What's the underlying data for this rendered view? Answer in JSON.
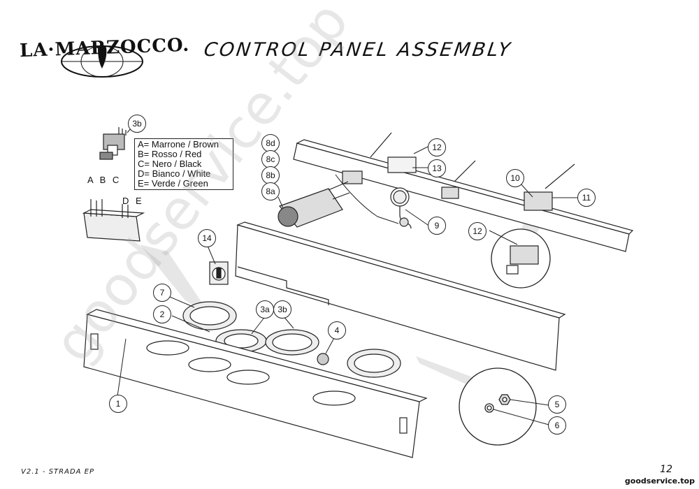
{
  "header": {
    "brand": "LA·MARZOCCO.",
    "title": "CONTROL PANEL ASSEMBLY"
  },
  "legend": {
    "items": [
      "A= Marrone / Brown",
      "B= Rosso / Red",
      "C= Nero / Black",
      "D= Bianco / White",
      "E= Verde / Green"
    ],
    "abc": "A B C",
    "de": "D E"
  },
  "callouts": {
    "c3b_top": "3b",
    "c8d": "8d",
    "c8c": "8c",
    "c8b": "8b",
    "c8a": "8a",
    "c12_top": "12",
    "c13": "13",
    "c9": "9",
    "c10": "10",
    "c11": "11",
    "c12_detail": "12",
    "c14": "14",
    "c7": "7",
    "c2": "2",
    "c3a": "3a",
    "c3b": "3b",
    "c4": "4",
    "c1": "1",
    "c5": "5",
    "c6": "6"
  },
  "footer": {
    "model": "V2.1 - STRADA EP",
    "page": "12",
    "site": "goodservice.top"
  },
  "watermark": "goodservice.top"
}
